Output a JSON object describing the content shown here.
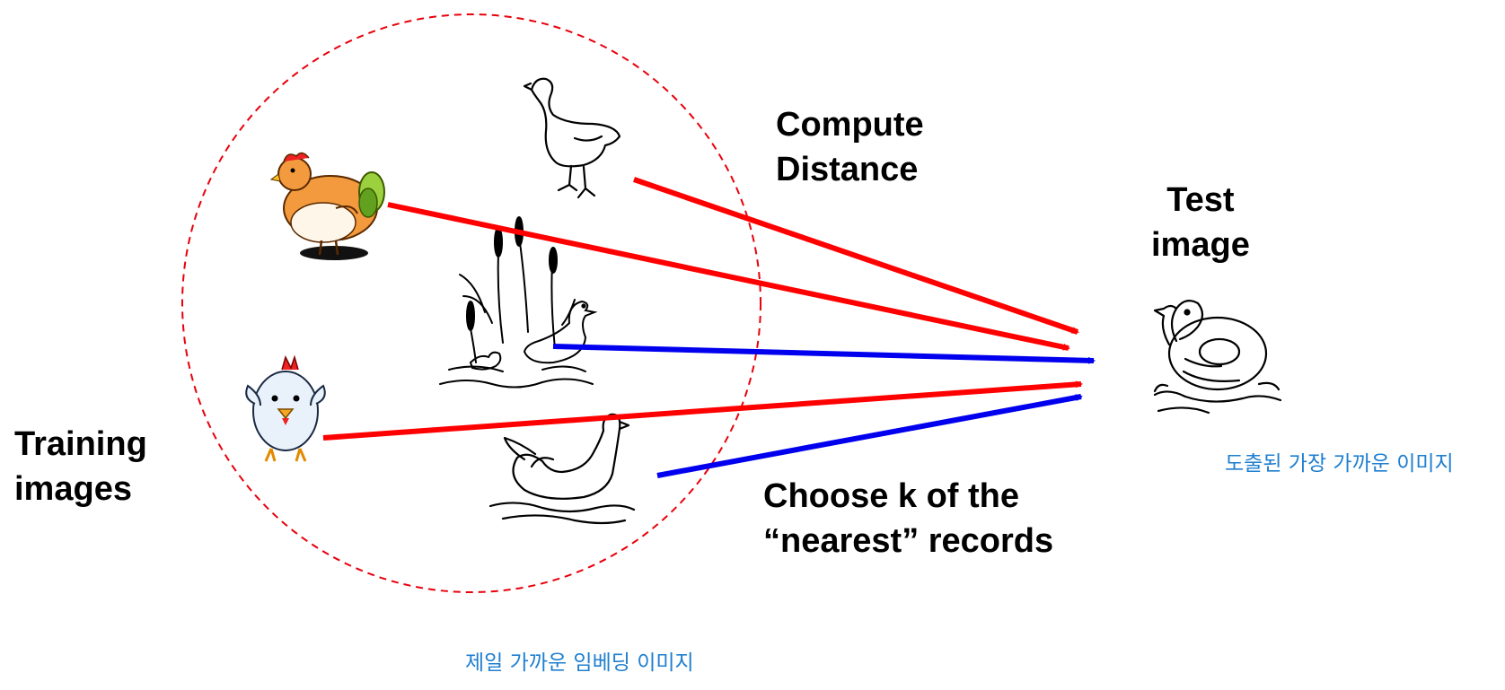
{
  "labels": {
    "compute_line1": "Compute",
    "compute_line2": "Distance",
    "test_line1": "Test",
    "test_line2": "image",
    "training_line1": "Training",
    "training_line2": "images",
    "choose_line1": "Choose k of the",
    "choose_line2": "“nearest” records"
  },
  "captions": {
    "nearest_result": "도출된 가장 가까운 이미지",
    "nearest_embedding": "제일 가까운 임베딩 이미지"
  },
  "icons": {
    "training": [
      "goose-icon",
      "hen-icon",
      "duck-family-reeds-icon",
      "chick-icon",
      "swan-icon"
    ],
    "test": "rubber-duck-icon"
  },
  "colors": {
    "far_arrow": "#ff0000",
    "near_arrow": "#0000ee",
    "circle": "#e8000b",
    "caption": "#1f7fd0"
  }
}
